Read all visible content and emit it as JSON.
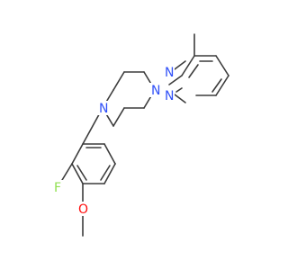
{
  "molecule": {
    "atoms": {
      "n_pyrimidine_top": "N",
      "n_pyrimidine_bottom": "N",
      "n_piperazine_right": "N",
      "n_piperazine_left": "N",
      "fluorine": "F",
      "oxygen": "O"
    }
  },
  "colors": {
    "bond": "#3c3c3c",
    "nitrogen": "#3050f8",
    "fluorine": "#90e050",
    "oxygen": "#ff0d0d",
    "background": "#ffffff"
  }
}
